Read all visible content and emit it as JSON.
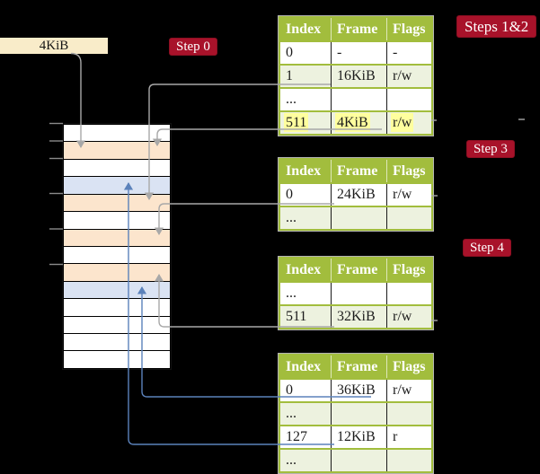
{
  "frame_box": {
    "label": "4KiB"
  },
  "badges": {
    "steps12": "Steps 1&2",
    "step0": "Step 0",
    "step3": "Step 3",
    "step4": "Step 4"
  },
  "memory": {
    "rows": [
      "white",
      "orange",
      "white",
      "blue",
      "orange",
      "white",
      "orange",
      "white",
      "orange",
      "blue",
      "white",
      "white",
      "white",
      "white"
    ]
  },
  "tables": {
    "headers": [
      "Index",
      "Frame",
      "Flags"
    ],
    "t1": {
      "rows": [
        {
          "c0": "0",
          "c1": "-",
          "c2": "-"
        },
        {
          "c0": "1",
          "c1": "16KiB",
          "c2": "r/w"
        },
        {
          "c0": "...",
          "c1": "",
          "c2": ""
        },
        {
          "c0": "511",
          "c1": "4KiB",
          "c2": "r/w"
        }
      ]
    },
    "t2": {
      "rows": [
        {
          "c0": "0",
          "c1": "24KiB",
          "c2": "r/w"
        },
        {
          "c0": "...",
          "c1": "",
          "c2": ""
        }
      ]
    },
    "t3": {
      "rows": [
        {
          "c0": "...",
          "c1": "",
          "c2": ""
        },
        {
          "c0": "511",
          "c1": "32KiB",
          "c2": "r/w"
        }
      ]
    },
    "t4": {
      "rows": [
        {
          "c0": "0",
          "c1": "36KiB",
          "c2": "r/w"
        },
        {
          "c0": "...",
          "c1": "",
          "c2": ""
        },
        {
          "c0": "127",
          "c1": "12KiB",
          "c2": "r"
        },
        {
          "c0": "...",
          "c1": "",
          "c2": ""
        }
      ]
    }
  },
  "colors": {
    "background": "#000000",
    "badge_red": "#a8122a",
    "table_header_green": "#a2bd3d",
    "table_row_green": "#edf2df",
    "frame_box_cream": "#f9ecc9",
    "memory_orange": "#fce5cd",
    "memory_blue": "#dae3f3",
    "highlight_yellow": "#ffff9e",
    "arrow_gray": "#a8a8a8",
    "arrow_blue": "#5b82bb"
  }
}
